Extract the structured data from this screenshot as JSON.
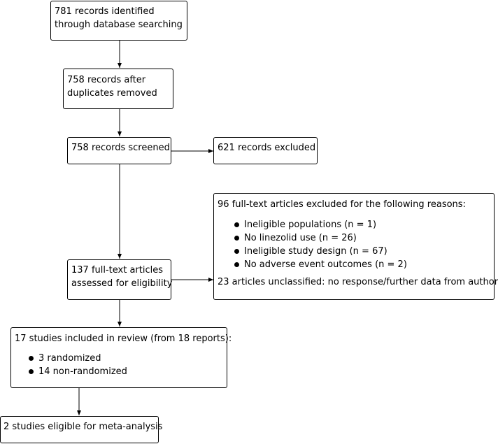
{
  "identified": {
    "lines": [
      "781 records identified",
      "through database searching"
    ]
  },
  "duplicates_removed": {
    "lines": [
      "758 records after",
      "duplicates removed"
    ]
  },
  "screened": {
    "text": "758 records screened"
  },
  "excluded": {
    "text": "621 records excluded"
  },
  "full_text_assessed": {
    "lines": [
      "137 full-text articles",
      "assessed for eligibility"
    ]
  },
  "full_text_excluded": {
    "heading": "96 full-text articles excluded for the following reasons:",
    "reasons": [
      "Ineligible populations (n = 1)",
      "No linezolid use (n = 26)",
      "Ineligible study design (n = 67)",
      "No adverse event outcomes (n = 2)"
    ],
    "unclassified": "23 articles unclassified: no response/further data from author"
  },
  "included": {
    "heading": "17 studies included in review (from 18 reports):",
    "items": [
      "3 randomized",
      "14 non-randomized"
    ]
  },
  "meta_analysis": {
    "text": "2 studies eligible for meta-analysis"
  }
}
